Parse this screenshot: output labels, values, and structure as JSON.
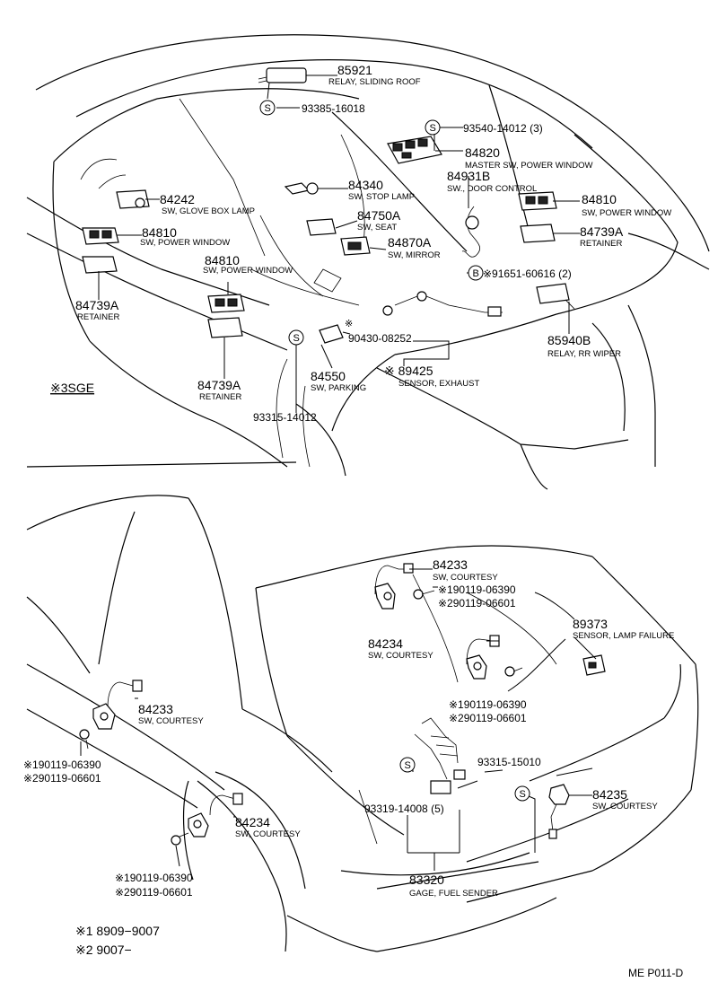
{
  "labels": {
    "l85921": {
      "num": "85921",
      "desc": "RELAY, SLIDING ROOF"
    },
    "l93385": {
      "num": "93385-16018",
      "desc": ""
    },
    "l93540": {
      "num": "93540-14012 (3)",
      "desc": ""
    },
    "l84820": {
      "num": "84820",
      "desc": "MASTER SW, POWER WINDOW"
    },
    "l84340": {
      "num": "84340",
      "desc": "SW, STOP LAMP"
    },
    "l84931B": {
      "num": "84931B",
      "desc": "SW., DOOR CONTROL"
    },
    "l84242": {
      "num": "84242",
      "desc": "SW, GLOVE BOX LAMP"
    },
    "l84810a": {
      "num": "84810",
      "desc": "SW, POWER WINDOW"
    },
    "l84750A": {
      "num": "84750A",
      "desc": "SW, SEAT"
    },
    "l84810b": {
      "num": "84810",
      "desc": "SW, POWER WINDOW"
    },
    "l84739Ab": {
      "num": "84739A",
      "desc": "RETAINER"
    },
    "l84870A": {
      "num": "84870A",
      "desc": "SW, MIRROR"
    },
    "l84810c": {
      "num": "84810",
      "desc": "SW, POWER WINDOW"
    },
    "l91651": {
      "num": "※91651-60616 (2)",
      "desc": ""
    },
    "l84739Aa": {
      "num": "84739A",
      "desc": "RETAINER"
    },
    "l85940B": {
      "num": "85940B",
      "desc": "RELAY, RR WIPER"
    },
    "l90430": {
      "num": "90430-08252",
      "desc": ""
    },
    "l84550": {
      "num": "84550",
      "desc": "SW, PARKING"
    },
    "l89425": {
      "num": "※ 89425",
      "desc": "SENSOR, EXHAUST"
    },
    "l84739Ac": {
      "num": "84739A",
      "desc": "RETAINER"
    },
    "l93315a": {
      "num": "93315-14012",
      "desc": ""
    },
    "l84233a": {
      "num": "84233",
      "desc": "SW, COURTESY"
    },
    "l90119a1": {
      "num": "※190119-06390",
      "desc": ""
    },
    "l90119a2": {
      "num": "※290119-06601",
      "desc": ""
    },
    "l89373": {
      "num": "89373",
      "desc": "SENSOR, LAMP FAILURE"
    },
    "l84234a": {
      "num": "84234",
      "desc": "SW, COURTESY"
    },
    "l90119b1": {
      "num": "※190119-06390",
      "desc": ""
    },
    "l90119b2": {
      "num": "※290119-06601",
      "desc": ""
    },
    "l84233b": {
      "num": "84233",
      "desc": "SW, COURTESY"
    },
    "l90119c1": {
      "num": "※190119-06390",
      "desc": ""
    },
    "l90119c2": {
      "num": "※290119-06601",
      "desc": ""
    },
    "l93315b": {
      "num": "93315-15010",
      "desc": ""
    },
    "l93319": {
      "num": "93319-14008 (5)",
      "desc": ""
    },
    "l84235": {
      "num": "84235",
      "desc": "SW, COURTESY"
    },
    "l84234b": {
      "num": "84234",
      "desc": "SW, COURTESY"
    },
    "l90119d1": {
      "num": "※190119-06390",
      "desc": ""
    },
    "l90119d2": {
      "num": "※290119-06601",
      "desc": ""
    },
    "l83320": {
      "num": "83320",
      "desc": "GAGE, FUEL SENDER"
    }
  },
  "badge_letter": "S",
  "badge_letter_b": "B",
  "marker_asterisk": "※",
  "notes": {
    "engine": "※3SGE",
    "period1": "※1 8909−9007",
    "period2": "※2 9007−"
  },
  "figure_code": "ME P011-D"
}
